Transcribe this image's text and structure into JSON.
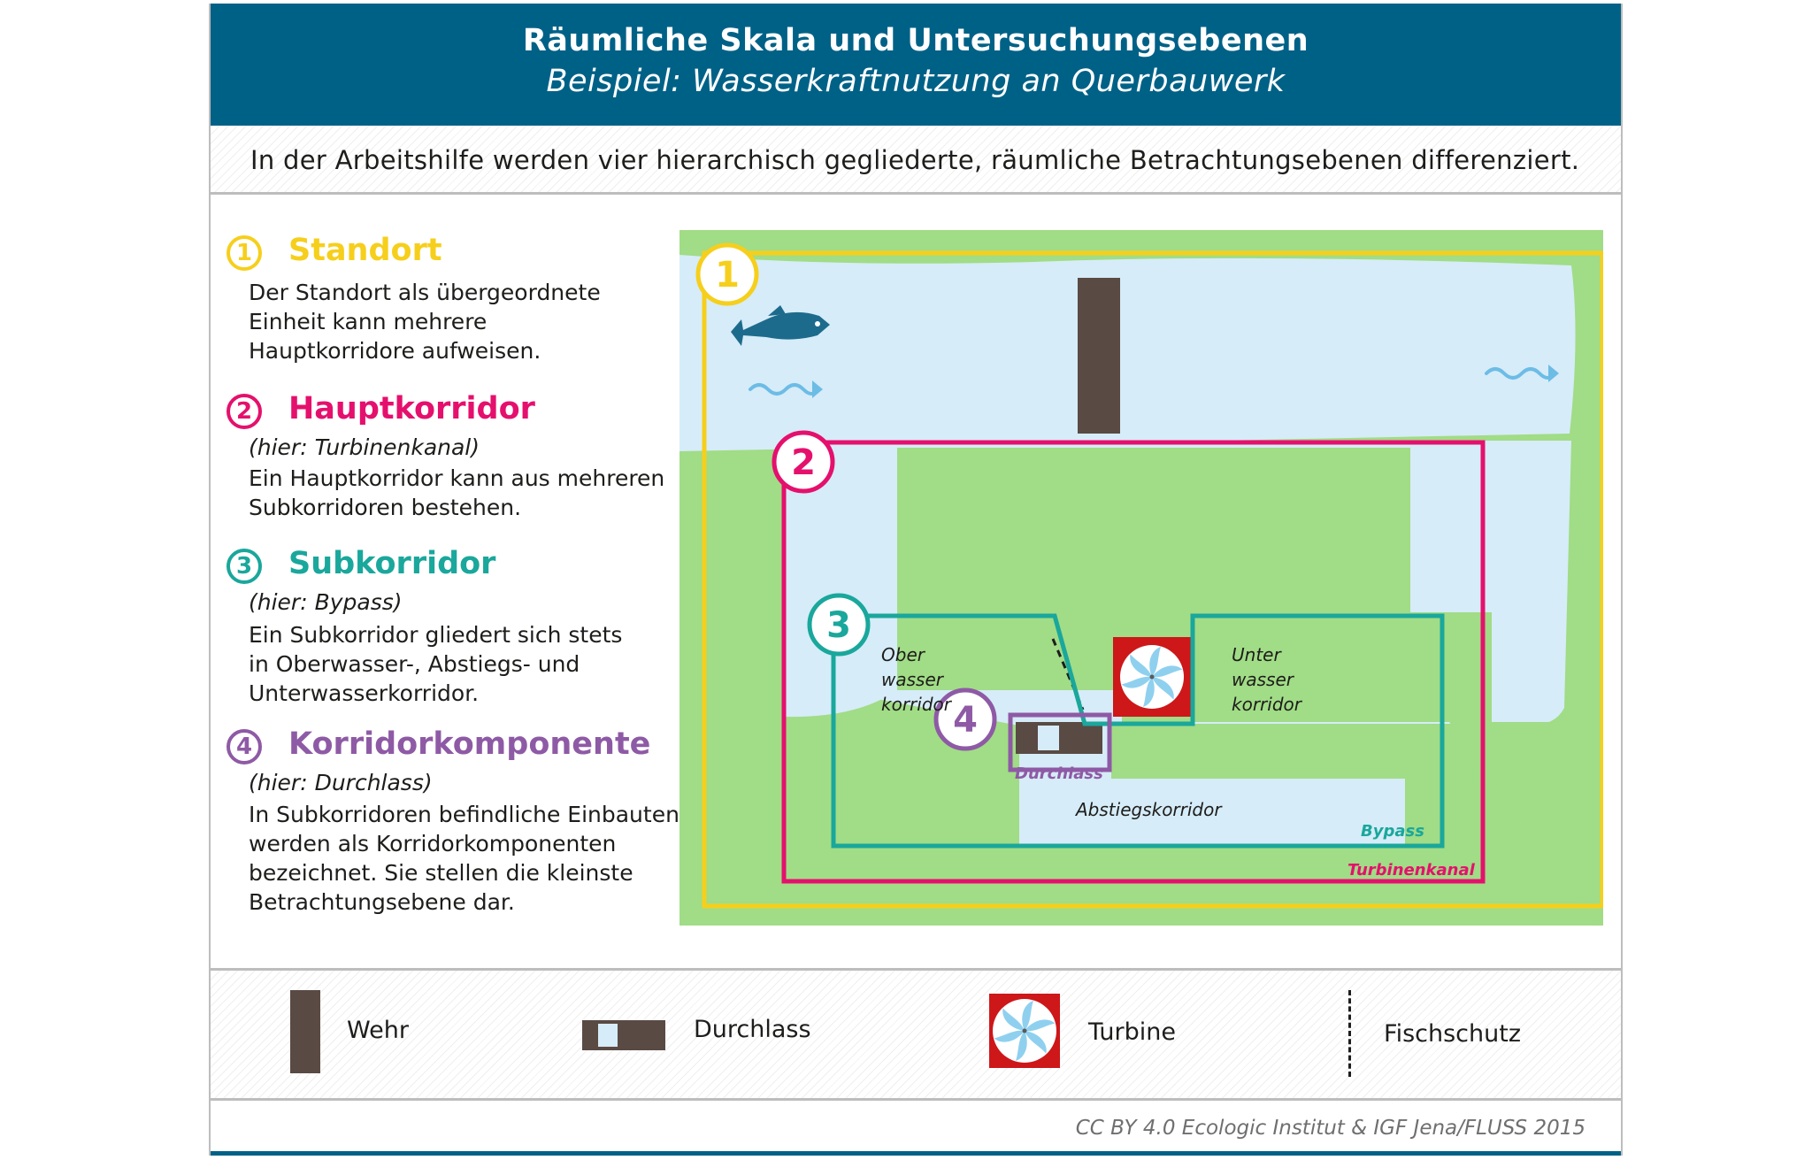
{
  "header": {
    "title": "Räumliche Skala und Untersuchungsebenen",
    "subtitle": "Beispiel: Wasserkraftnutzung an Querbauwerk"
  },
  "intro": "In der Arbeitshilfe werden vier hierarchisch gegliederte, räumliche Betrachtungsebenen differenziert.",
  "levels": [
    {
      "num": "1",
      "name": "Standort",
      "sub": "",
      "lines": [
        "Der Standort als übergeordnete",
        "Einheit kann mehrere",
        "Hauptkorridore aufweisen."
      ],
      "color": "#f6cf1c"
    },
    {
      "num": "2",
      "name": "Hauptkorridor",
      "sub": "(hier: Turbinenkanal)",
      "lines": [
        "Ein Hauptkorridor kann aus mehreren",
        "Subkorridoren bestehen."
      ],
      "color": "#e5106d"
    },
    {
      "num": "3",
      "name": "Subkorridor",
      "sub": "(hier: Bypass)",
      "lines": [
        "Ein Subkorridor gliedert sich stets",
        "in Oberwasser-, Abstiegs- und",
        "Unterwasserkorridor."
      ],
      "color": "#1aa79c"
    },
    {
      "num": "4",
      "name": "Korridorkomponente",
      "sub": "(hier: Durchlass)",
      "lines": [
        "In Subkorridoren befindliche Einbauten",
        "werden als Korridorkomponenten",
        "bezeichnet. Sie stellen die kleinste",
        "Betrachtungsebene dar."
      ],
      "color": "#8e5aa5"
    }
  ],
  "diagram": {
    "markers": [
      "1",
      "2",
      "3",
      "4"
    ],
    "ober_lines": [
      "Ober",
      "wasser",
      "korridor"
    ],
    "unter_lines": [
      "Unter",
      "wasser",
      "korridor"
    ],
    "durchlass_label": "Durchlass",
    "abstieg_label": "Abstiegskorridor",
    "bypass_label": "Bypass",
    "turbinenkanal_label": "Turbinenkanal",
    "colors": {
      "land": "#a1dc86",
      "water": "#d6ecf8",
      "weir": "#594a43",
      "turbine": "#cd1719",
      "fish": "#1d6b8c",
      "flow": "#6cbce6"
    }
  },
  "legend": {
    "wehr": "Wehr",
    "durchlass": "Durchlass",
    "turbine": "Turbine",
    "fischschutz": "Fischschutz"
  },
  "credit": "CC BY 4.0  Ecologic Institut & IGF Jena/FLUSS 2015"
}
